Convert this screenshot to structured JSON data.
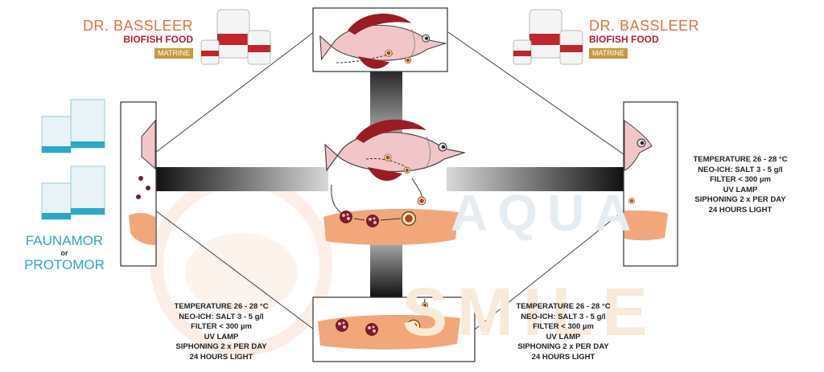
{
  "brand_left": {
    "title": "DR. BASSLEER",
    "subtitle": "BIOFISH FOOD",
    "tag": "MATRINE"
  },
  "brand_right": {
    "title": "DR. BASSLEER",
    "subtitle": "BIOFISH FOOD",
    "tag": "MATRINE"
  },
  "products": {
    "primary": "FAUNAMOR",
    "connector": "or",
    "secondary": "PROTOMOR"
  },
  "watermark": {
    "line1": "AQUA",
    "line2": "SMILE"
  },
  "params_right": [
    "TEMPERATURE 26 - 28 °C",
    "NEO-ICH: SALT 3 - 5 g/l",
    "FILTER < 300 µm",
    "UV LAMP",
    "SIPHONING 2 x PER DAY",
    "24 HOURS LIGHT"
  ],
  "params_bottom_left": [
    "TEMPERATURE 26 - 28 °C",
    "NEO-ICH: SALT 3 - 5 g/l",
    "FILTER < 300 µm",
    "UV LAMP",
    "SIPHONING 2 x PER DAY",
    "24 HOURS LIGHT"
  ],
  "params_bottom_right": [
    "TEMPERATURE 26 - 28 °C",
    "NEO-ICH: SALT 3 - 5 g/l",
    "FILTER < 300 µm",
    "UV LAMP",
    "SIPHONING 2 x PER DAY",
    "24 HOURS LIGHT"
  ],
  "colors": {
    "fish_body": "#f2c6c8",
    "fin": "#9b1c24",
    "substrate": "#f2a77a",
    "accent_blue": "#2aa8c7",
    "brand_orange": "#e2723f"
  }
}
